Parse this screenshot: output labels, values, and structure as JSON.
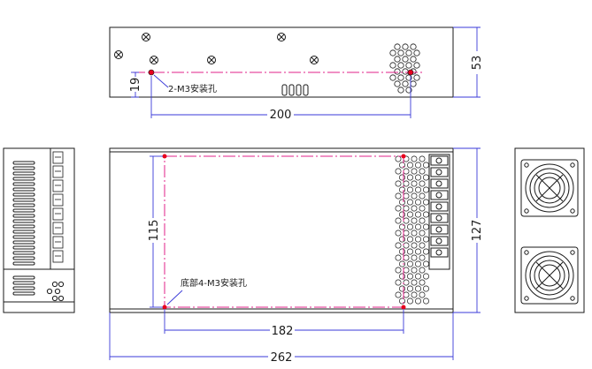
{
  "top_view": {
    "dim_width": "200",
    "dim_height": "53",
    "dim_offset": "19",
    "mount_note": "2-M3安装孔"
  },
  "front_view": {
    "dim_width": "262",
    "dim_hole_span": "182",
    "dim_height": "127",
    "dim_hole_height": "115",
    "mount_note": "底部4-M3安装孔"
  },
  "colors": {
    "outline": "#1a1a1a",
    "mount_holes": "#e0218a",
    "hole_marker": "#e8001c",
    "dimension_line": "#3a3ad8"
  }
}
